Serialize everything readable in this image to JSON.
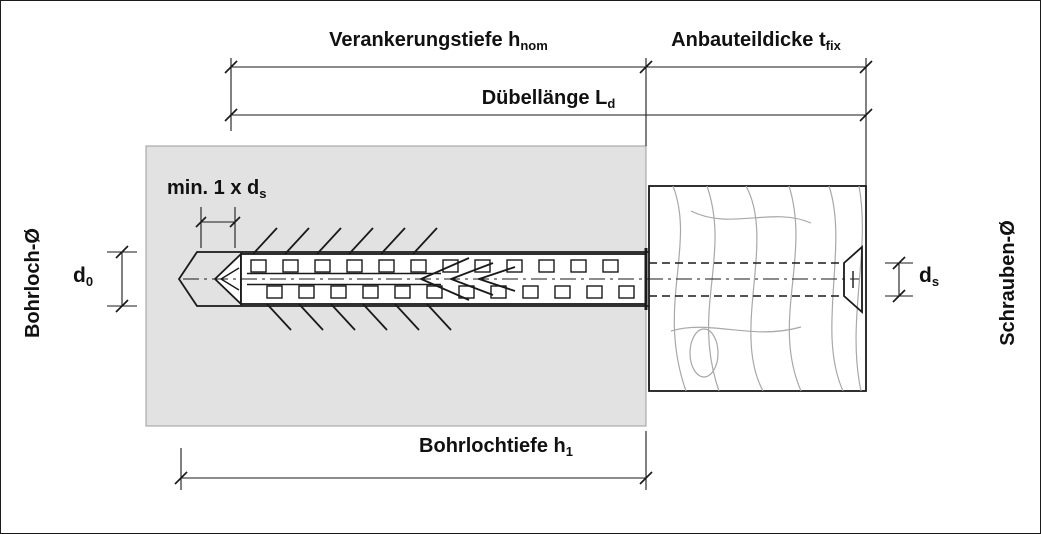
{
  "labels": {
    "verankerungstiefe": {
      "main": "Verankerungstiefe h",
      "sub": "nom"
    },
    "anbauteildicke": {
      "main": "Anbauteildicke t",
      "sub": "fix"
    },
    "duebellaenge": {
      "main": "Dübellänge L",
      "sub": "d"
    },
    "min_ds": {
      "main": "min. 1 x d",
      "sub": "s"
    },
    "bohrloch_durchmesser": "Bohrloch-Ø",
    "d0": {
      "main": "d",
      "sub": "0"
    },
    "bohrlochtiefe": {
      "main": "Bohrlochtiefe h",
      "sub": "1"
    },
    "schrauben_durchmesser": "Schrauben-Ø",
    "ds": {
      "main": "d",
      "sub": "s"
    }
  },
  "colors": {
    "line": "#1a1a1a",
    "concrete": "#e2e2e2",
    "woodgrain": "#a8a8a8",
    "background": "#ffffff"
  }
}
